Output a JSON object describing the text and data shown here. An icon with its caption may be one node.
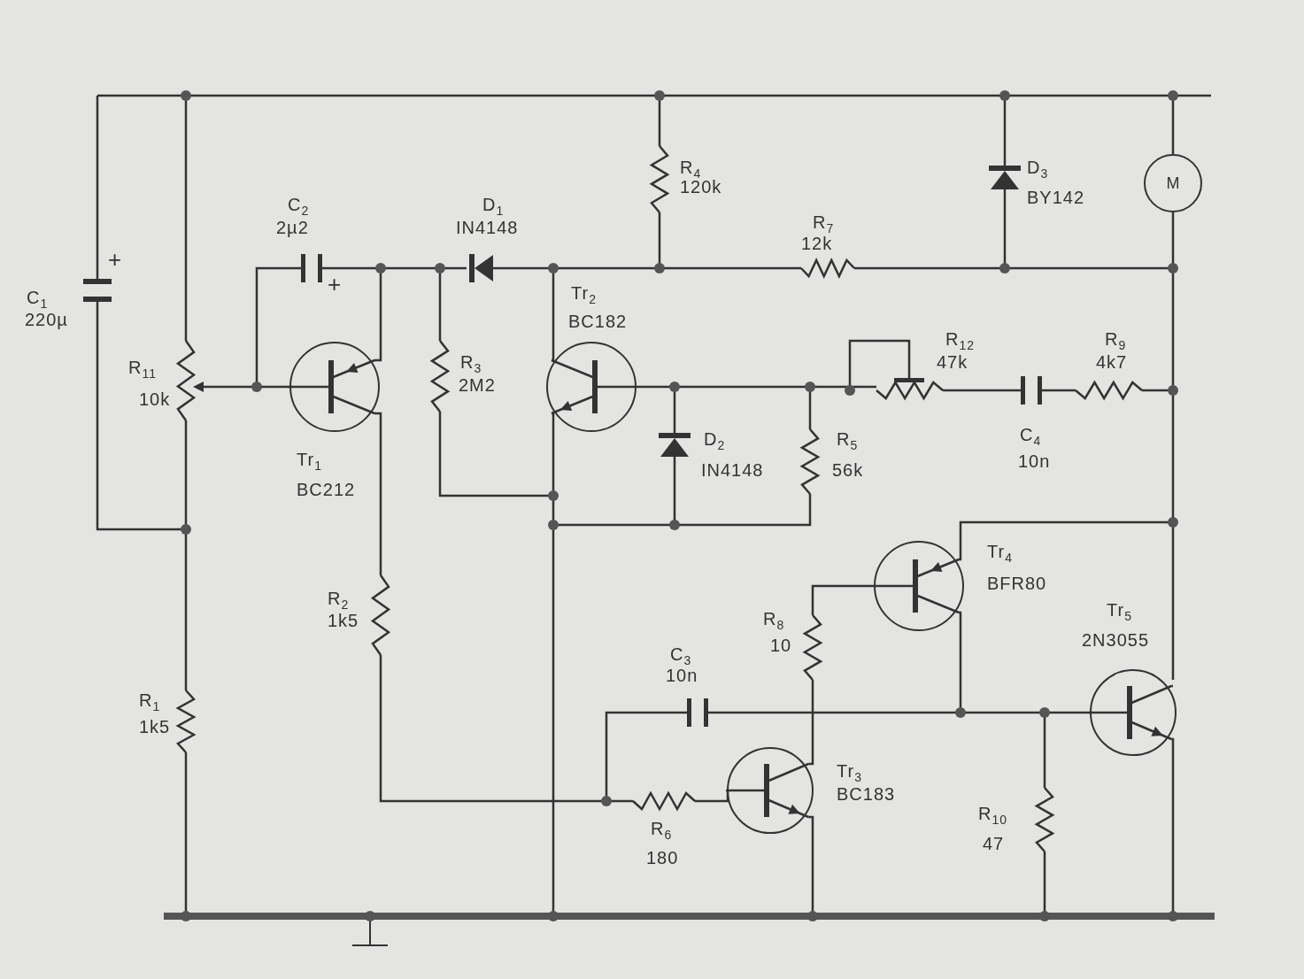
{
  "diagram": {
    "nodes": [
      {
        "text": [
          "M"
        ]
      }
    ],
    "labels": [
      "R$_{4}$",
      "120k",
      "D$_{3}$",
      "BY142",
      "C$_{2}$",
      "2µ2",
      "D$_{1}$",
      "IN4148",
      "R$_{7}$",
      "12k",
      "+",
      "+",
      "C$_{1}$",
      "220µ",
      "Tr$_{2}$",
      "BC182",
      "R$_{12}$",
      "47k",
      "R$_{9}$",
      "4k7",
      "R$_{11}$",
      "10k",
      "R$_{3}$",
      "2M2",
      "D$_{2}$",
      "IN4148",
      "R$_{5}$",
      "56k",
      "C$_{4}$",
      "10n",
      "Tr$_{1}$",
      "BC212",
      "Tr$_{4}$",
      "BFR80",
      "Tr$_{5}$",
      "2N3055",
      "R$_{2}$",
      "1k5",
      "R$_{8}$",
      "10",
      "C$_{3}$",
      "10n",
      "R$_{1}$",
      "1k5",
      "Tr$_{3}$",
      "BC183",
      "R$_{10}$",
      "47",
      "R$_{6}$",
      "180"
    ]
  }
}
